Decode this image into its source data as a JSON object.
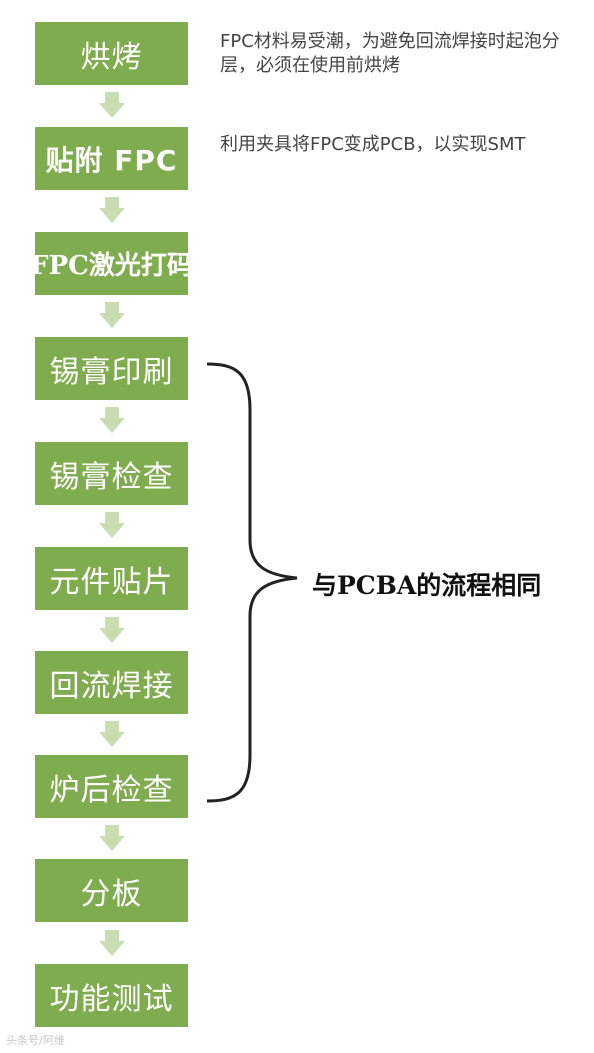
{
  "steps": [
    {
      "label": "烘烤"
    },
    {
      "label": "贴附 FPC"
    },
    {
      "label": "FPC激光打码"
    },
    {
      "label": "锡膏印刷"
    },
    {
      "label": "锡膏检查"
    },
    {
      "label": "元件贴片"
    },
    {
      "label": "回流焊接"
    },
    {
      "label": "炉后检查"
    },
    {
      "label": "分板"
    },
    {
      "label": "功能测试"
    }
  ],
  "notes": {
    "bake": "FPC材料易受潮，为避免回流焊接时起泡分层，必须在使用前烘烤",
    "attach": "利用夹具将FPC变成PCB，以实现SMT"
  },
  "group_label": "与PCBA的流程相同",
  "watermark": "头条号/阿维",
  "colors": {
    "step_fill": "#7fac4f",
    "arrow_fill": "#c9ddb3",
    "brace_stroke": "#222222"
  }
}
